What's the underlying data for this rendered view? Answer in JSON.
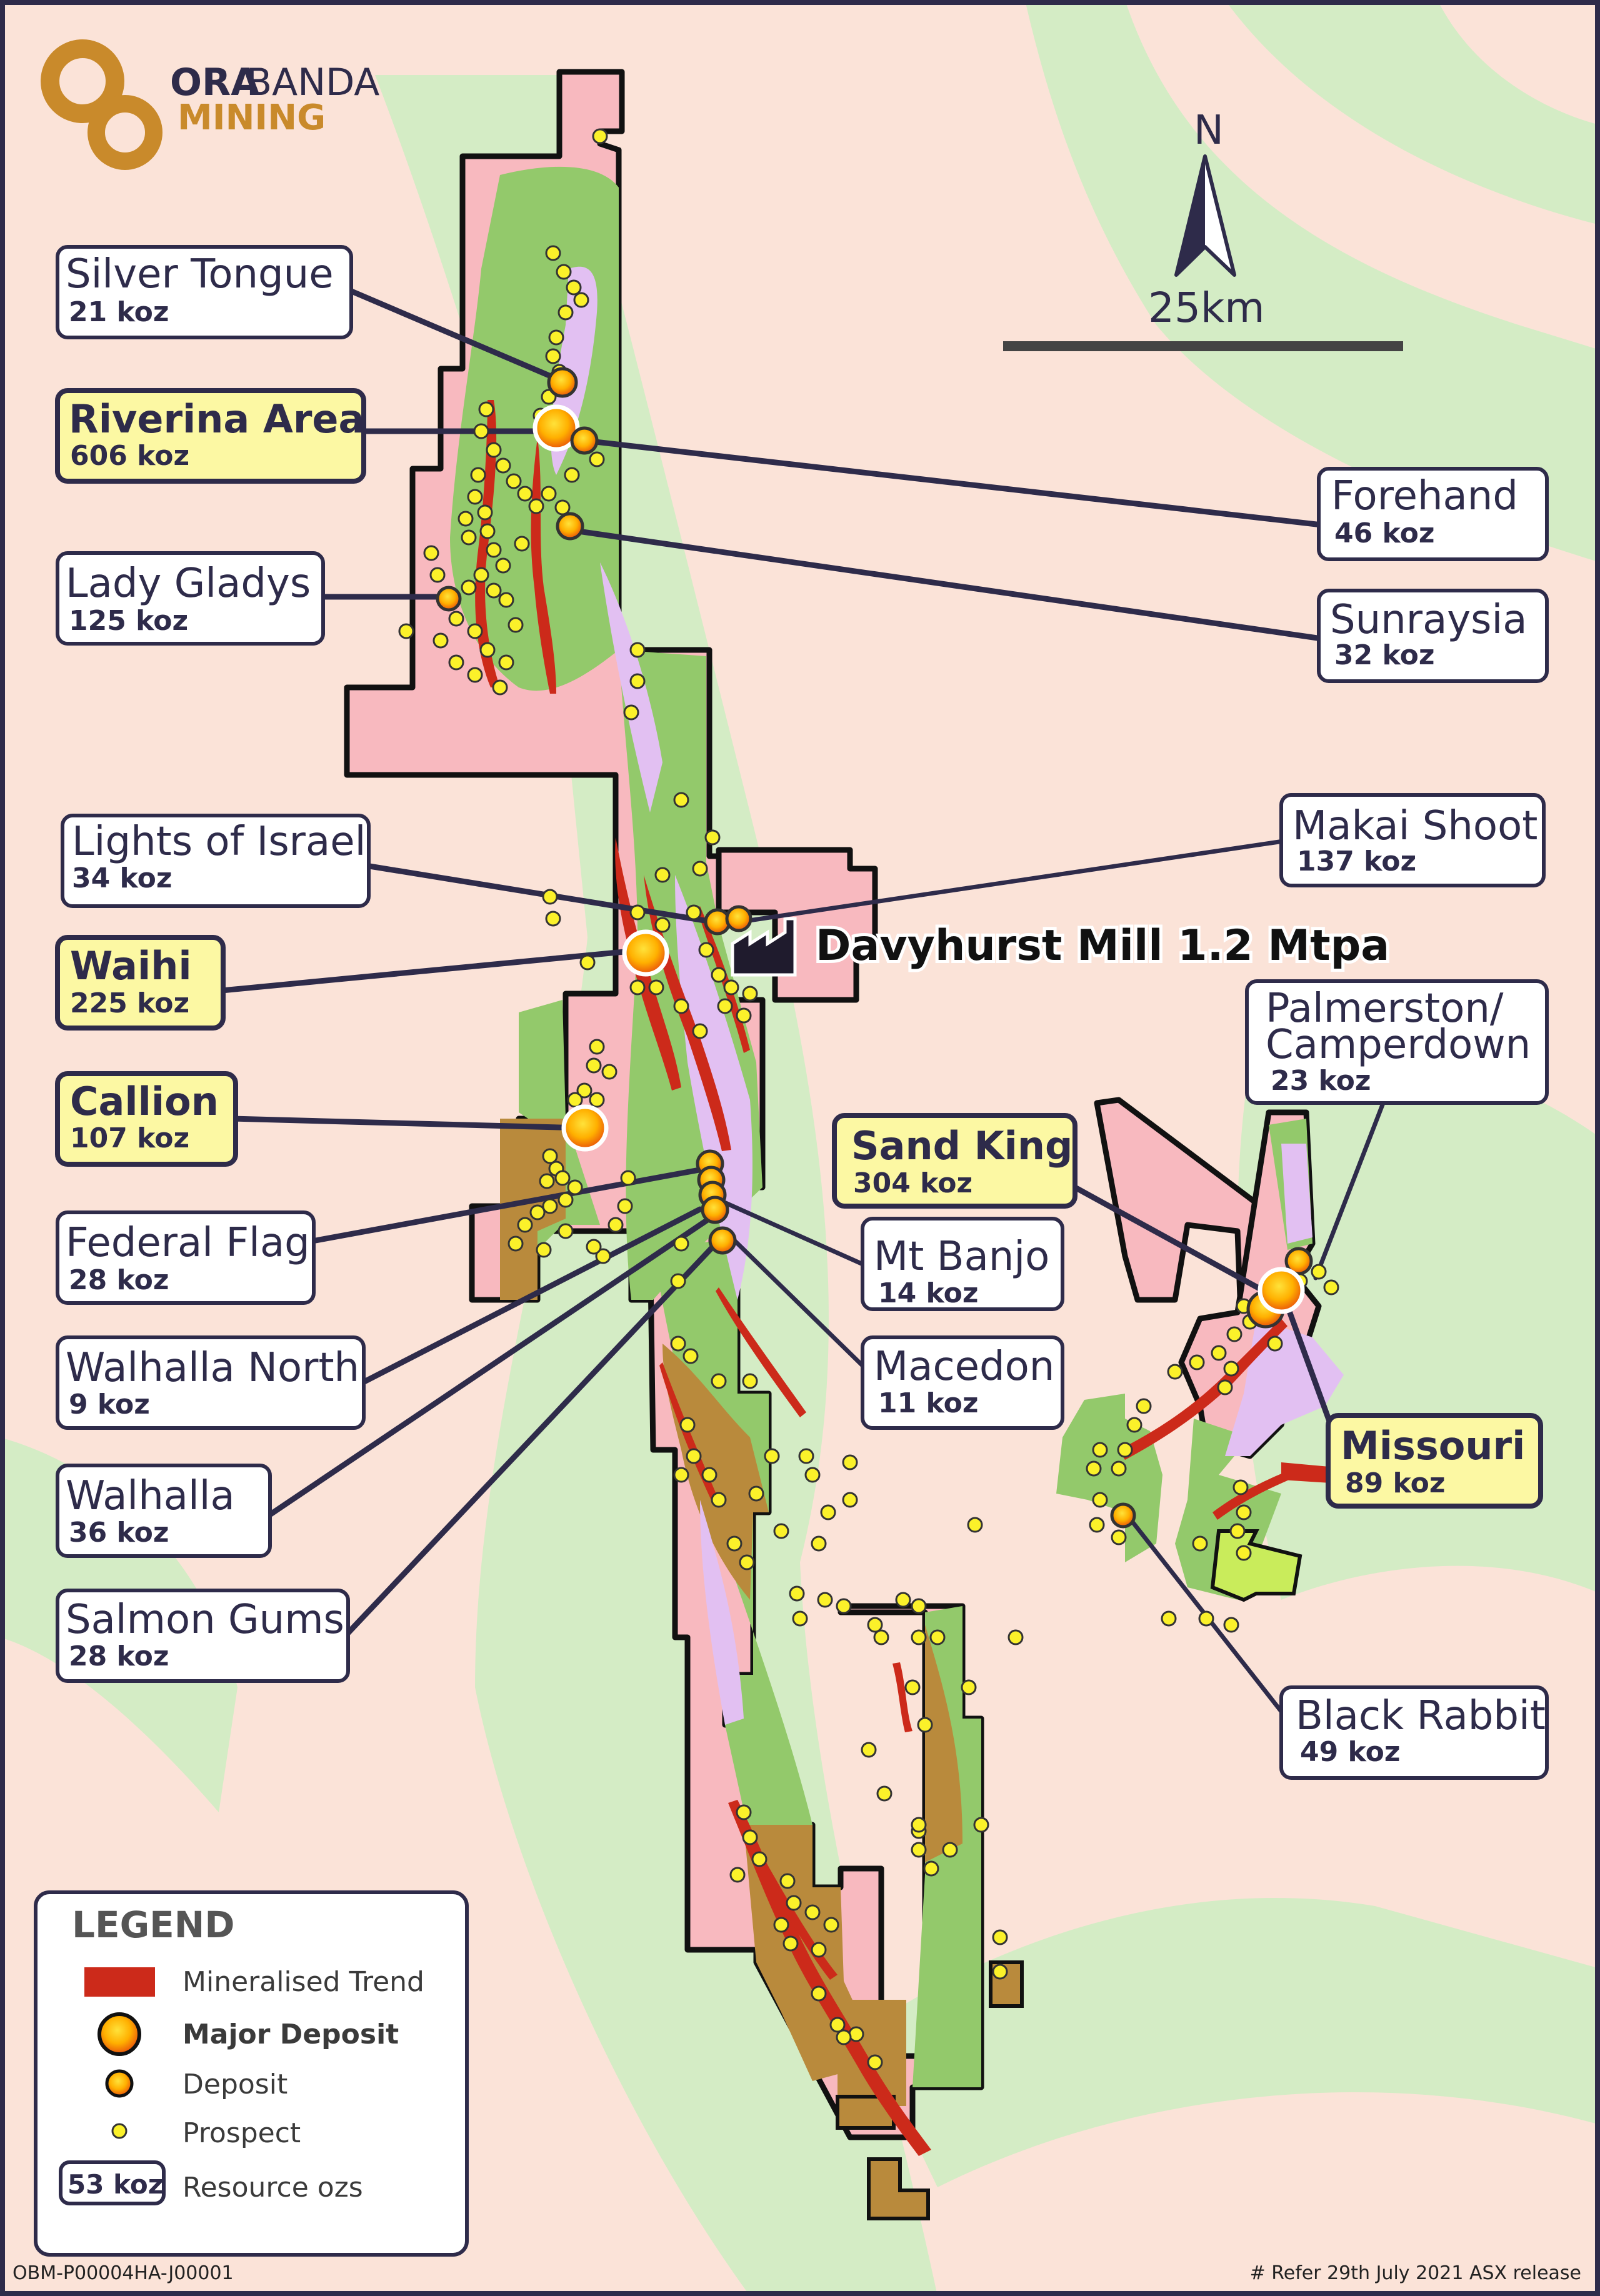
{
  "logo": {
    "line1_a": "ORA",
    "line1_b": "BANDA",
    "line2": "MINING"
  },
  "north_label": "N",
  "scale_label": "25km",
  "mill_label": "Davyhurst Mill 1.2 Mtpa",
  "deposits": [
    {
      "id": "silver-tongue",
      "name": "Silver Tongue",
      "koz": "21 koz",
      "major": false
    },
    {
      "id": "riverina",
      "name": "Riverina Area",
      "koz": "606 koz",
      "major": true
    },
    {
      "id": "lady-gladys",
      "name": "Lady Gladys",
      "koz": "125 koz",
      "major": false
    },
    {
      "id": "forehand",
      "name": "Forehand",
      "koz": "46 koz",
      "major": false
    },
    {
      "id": "sunraysia",
      "name": "Sunraysia",
      "koz": "32 koz",
      "major": false
    },
    {
      "id": "lights-of-israel",
      "name": "Lights of Israel",
      "koz": "34  koz",
      "major": false
    },
    {
      "id": "makai-shoot",
      "name": "Makai Shoot",
      "koz": "137 koz",
      "major": false
    },
    {
      "id": "waihi",
      "name": "Waihi",
      "koz": "225 koz",
      "major": true
    },
    {
      "id": "palmerston",
      "name": "Palmerston/",
      "name2": "Camperdown",
      "koz": "23 koz",
      "major": false
    },
    {
      "id": "callion",
      "name": "Callion",
      "koz": "107 koz",
      "major": true
    },
    {
      "id": "sand-king",
      "name": "Sand King",
      "koz": "304 koz",
      "major": true
    },
    {
      "id": "federal-flag",
      "name": "Federal Flag",
      "koz": "28 koz",
      "major": false
    },
    {
      "id": "mt-banjo",
      "name": "Mt Banjo",
      "koz": "14 koz",
      "major": false
    },
    {
      "id": "walhalla-north",
      "name": "Walhalla North",
      "koz": "9 koz",
      "major": false
    },
    {
      "id": "macedon",
      "name": "Macedon",
      "koz": "11 koz",
      "major": false
    },
    {
      "id": "missouri",
      "name": "Missouri",
      "koz": "89 koz",
      "major": true
    },
    {
      "id": "walhalla",
      "name": "Walhalla",
      "koz": "36 koz",
      "major": false
    },
    {
      "id": "salmon-gums",
      "name": "Salmon Gums",
      "koz": "28 koz",
      "major": false
    },
    {
      "id": "black-rabbit",
      "name": "Black Rabbit",
      "koz": "49 koz",
      "major": false
    }
  ],
  "legend": {
    "title": "LEGEND",
    "items": [
      {
        "label": "Mineralised Trend",
        "symbol": "red-band"
      },
      {
        "label": "Major Deposit",
        "symbol": "large-orange-circle"
      },
      {
        "label": "Deposit",
        "symbol": "small-orange-circle"
      },
      {
        "label": "Prospect",
        "symbol": "yellow-dot"
      },
      {
        "label": "Resource ozs",
        "symbol": "koz-box",
        "box_text": "53 koz"
      }
    ]
  },
  "footer_left": "OBM-P00004HA-J00001",
  "footer_right": "# Refer 29th July 2021 ASX release",
  "colors": {
    "background": "#fbe3d8",
    "tenement_pink": "#f8b9bf",
    "greenstone": "#93c96b",
    "light_green": "#d4ecc5",
    "sediment_brown": "#b98a3c",
    "felsic_lilac": "#e2c0f2",
    "mineralised_trend": "#cc2a1a",
    "label_yellow": "#fcf8a3",
    "label_border": "#2e2b4a",
    "logo_gold": "#c98a2b"
  }
}
